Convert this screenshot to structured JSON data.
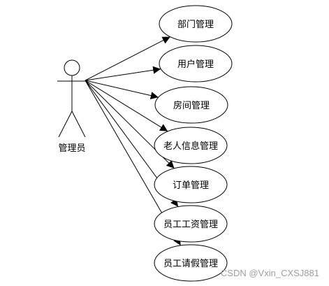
{
  "diagram": {
    "type": "use-case",
    "actor": {
      "label": "管理员"
    },
    "use_cases": [
      {
        "id": "dept",
        "label": "部门管理"
      },
      {
        "id": "user",
        "label": "用户管理"
      },
      {
        "id": "room",
        "label": "房间管理"
      },
      {
        "id": "elder",
        "label": "老人信息管理"
      },
      {
        "id": "order",
        "label": "订单管理"
      },
      {
        "id": "salary",
        "label": "员工工资管理"
      },
      {
        "id": "leave",
        "label": "员工请假管理"
      }
    ],
    "colors": {
      "stroke": "#000000",
      "background": "#ffffff",
      "watermark": "#9e9e9e"
    }
  },
  "watermark": {
    "text": "CSDN @Vxin_CXSJ881"
  }
}
